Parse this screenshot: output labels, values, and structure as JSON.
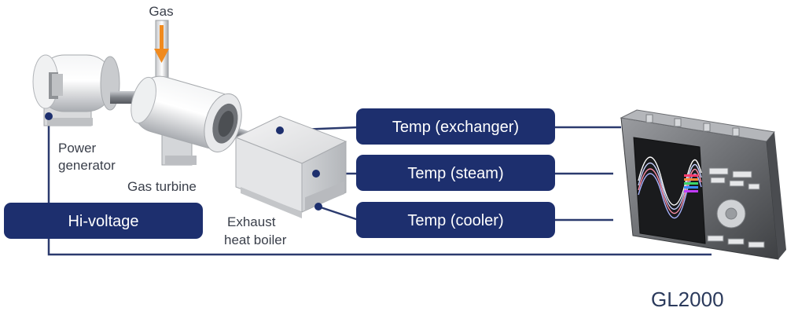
{
  "labels": {
    "gas": "Gas",
    "power_generator_line1": "Power",
    "power_generator_line2": "generator",
    "gas_turbine": "Gas turbine",
    "exhaust_line1": "Exhaust",
    "exhaust_line2": "heat boiler",
    "model": "GL2000"
  },
  "pills": {
    "temp_exchanger": "Temp (exchanger)",
    "temp_steam": "Temp (steam)",
    "temp_cooler": "Temp (cooler)",
    "hi_voltage": "Hi-voltage"
  },
  "colors": {
    "pill": "#1d2f6e",
    "wire": "#2b3a6e",
    "gas_arrow": "#f08a1e",
    "metal_light": "#e9eaec",
    "metal_dark": "#8e9196"
  }
}
